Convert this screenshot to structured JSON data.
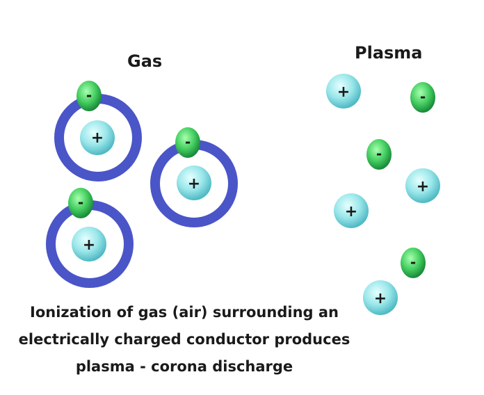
{
  "labels": {
    "gas": "Gas",
    "plasma": "Plasma"
  },
  "caption": {
    "line1": "Ionization of gas (air) surrounding an",
    "line2": "electrically charged conductor produces",
    "line3": "plasma - corona discharge"
  },
  "symbols": {
    "positive": "+",
    "negative": "-"
  },
  "colors": {
    "orbit": "#4a55c8",
    "proton_light": "#d8fbfb",
    "proton_dark": "#5cc6d0",
    "electron_light": "#8ef59a",
    "electron_dark": "#1c9a3c",
    "text": "#1a1a1a"
  }
}
